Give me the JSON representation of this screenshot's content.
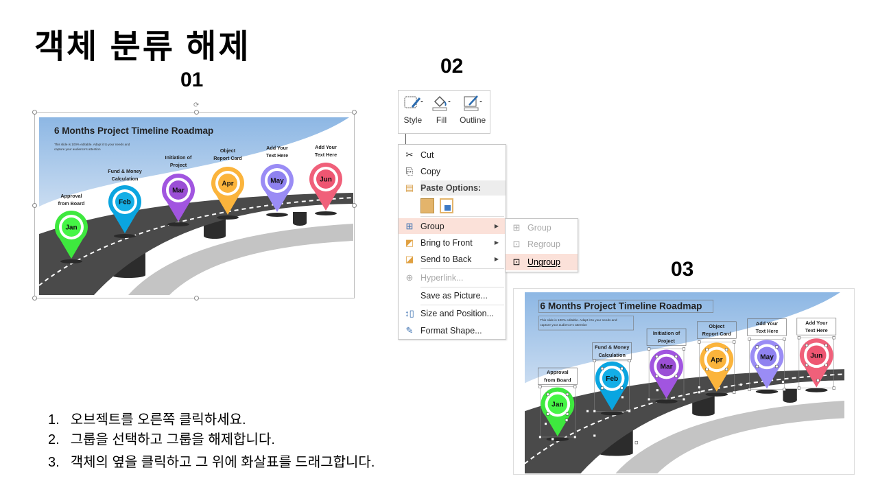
{
  "heading": "객체 분류 해제",
  "step_numbers": [
    "01",
    "02",
    "03"
  ],
  "slide": {
    "title": "6 Months Project Timeline Roadmap",
    "subtitle_lines": [
      "This slide is 100% editable. Adapt it to your needs and",
      "capture your audience's attention"
    ],
    "pins": [
      {
        "month": "Jan",
        "label": [
          "Approval",
          "from Board"
        ],
        "color": "#3ee83e",
        "inner": "#45f545"
      },
      {
        "month": "Feb",
        "label": [
          "Fund & Money",
          "Calculation"
        ],
        "color": "#0aa5e0",
        "inner": "#14aee6"
      },
      {
        "month": "Mar",
        "label": [
          "Initiation of",
          "Project"
        ],
        "color": "#a155e0",
        "inner": "#9b4fd6"
      },
      {
        "month": "Apr",
        "label": [
          "Object",
          "Report Card"
        ],
        "color": "#fbb43c",
        "inner": "#fbb43c"
      },
      {
        "month": "May",
        "label": [
          "Add Your",
          "Text Here"
        ],
        "color": "#9a8cf5",
        "inner": "#8f82f0"
      },
      {
        "month": "Jun",
        "label": [
          "Add Your",
          "Text Here"
        ],
        "color": "#f0607a",
        "inner": "#ee5672"
      }
    ]
  },
  "toolbar": {
    "style": "Style",
    "fill": "Fill",
    "outline": "Outline"
  },
  "context_menu": {
    "cut": "Cut",
    "copy": "Copy",
    "paste_options": "Paste Options:",
    "group": "Group",
    "bring_to_front": "Bring to Front",
    "send_to_back": "Send to Back",
    "hyperlink": "Hyperlink...",
    "save_as_picture": "Save as Picture...",
    "size_and_position": "Size and Position...",
    "format_shape": "Format Shape..."
  },
  "submenu": {
    "group": "Group",
    "regroup": "Regroup",
    "ungroup": "Ungroup"
  },
  "instructions": [
    {
      "n": "1.",
      "text": "오브젝트를 오른쪽 클릭하세요."
    },
    {
      "n": "2.",
      "text": "그룹을 선택하고 그룹을 해제합니다."
    },
    {
      "n": "3.",
      "text": "객체의 옆을 클릭하고 그 위에 화살표를 드래그합니다."
    }
  ],
  "colors": {
    "sky": "#a9c8ea",
    "road": "#4a4a4a",
    "menu_highlight": "#fbe1d9"
  }
}
